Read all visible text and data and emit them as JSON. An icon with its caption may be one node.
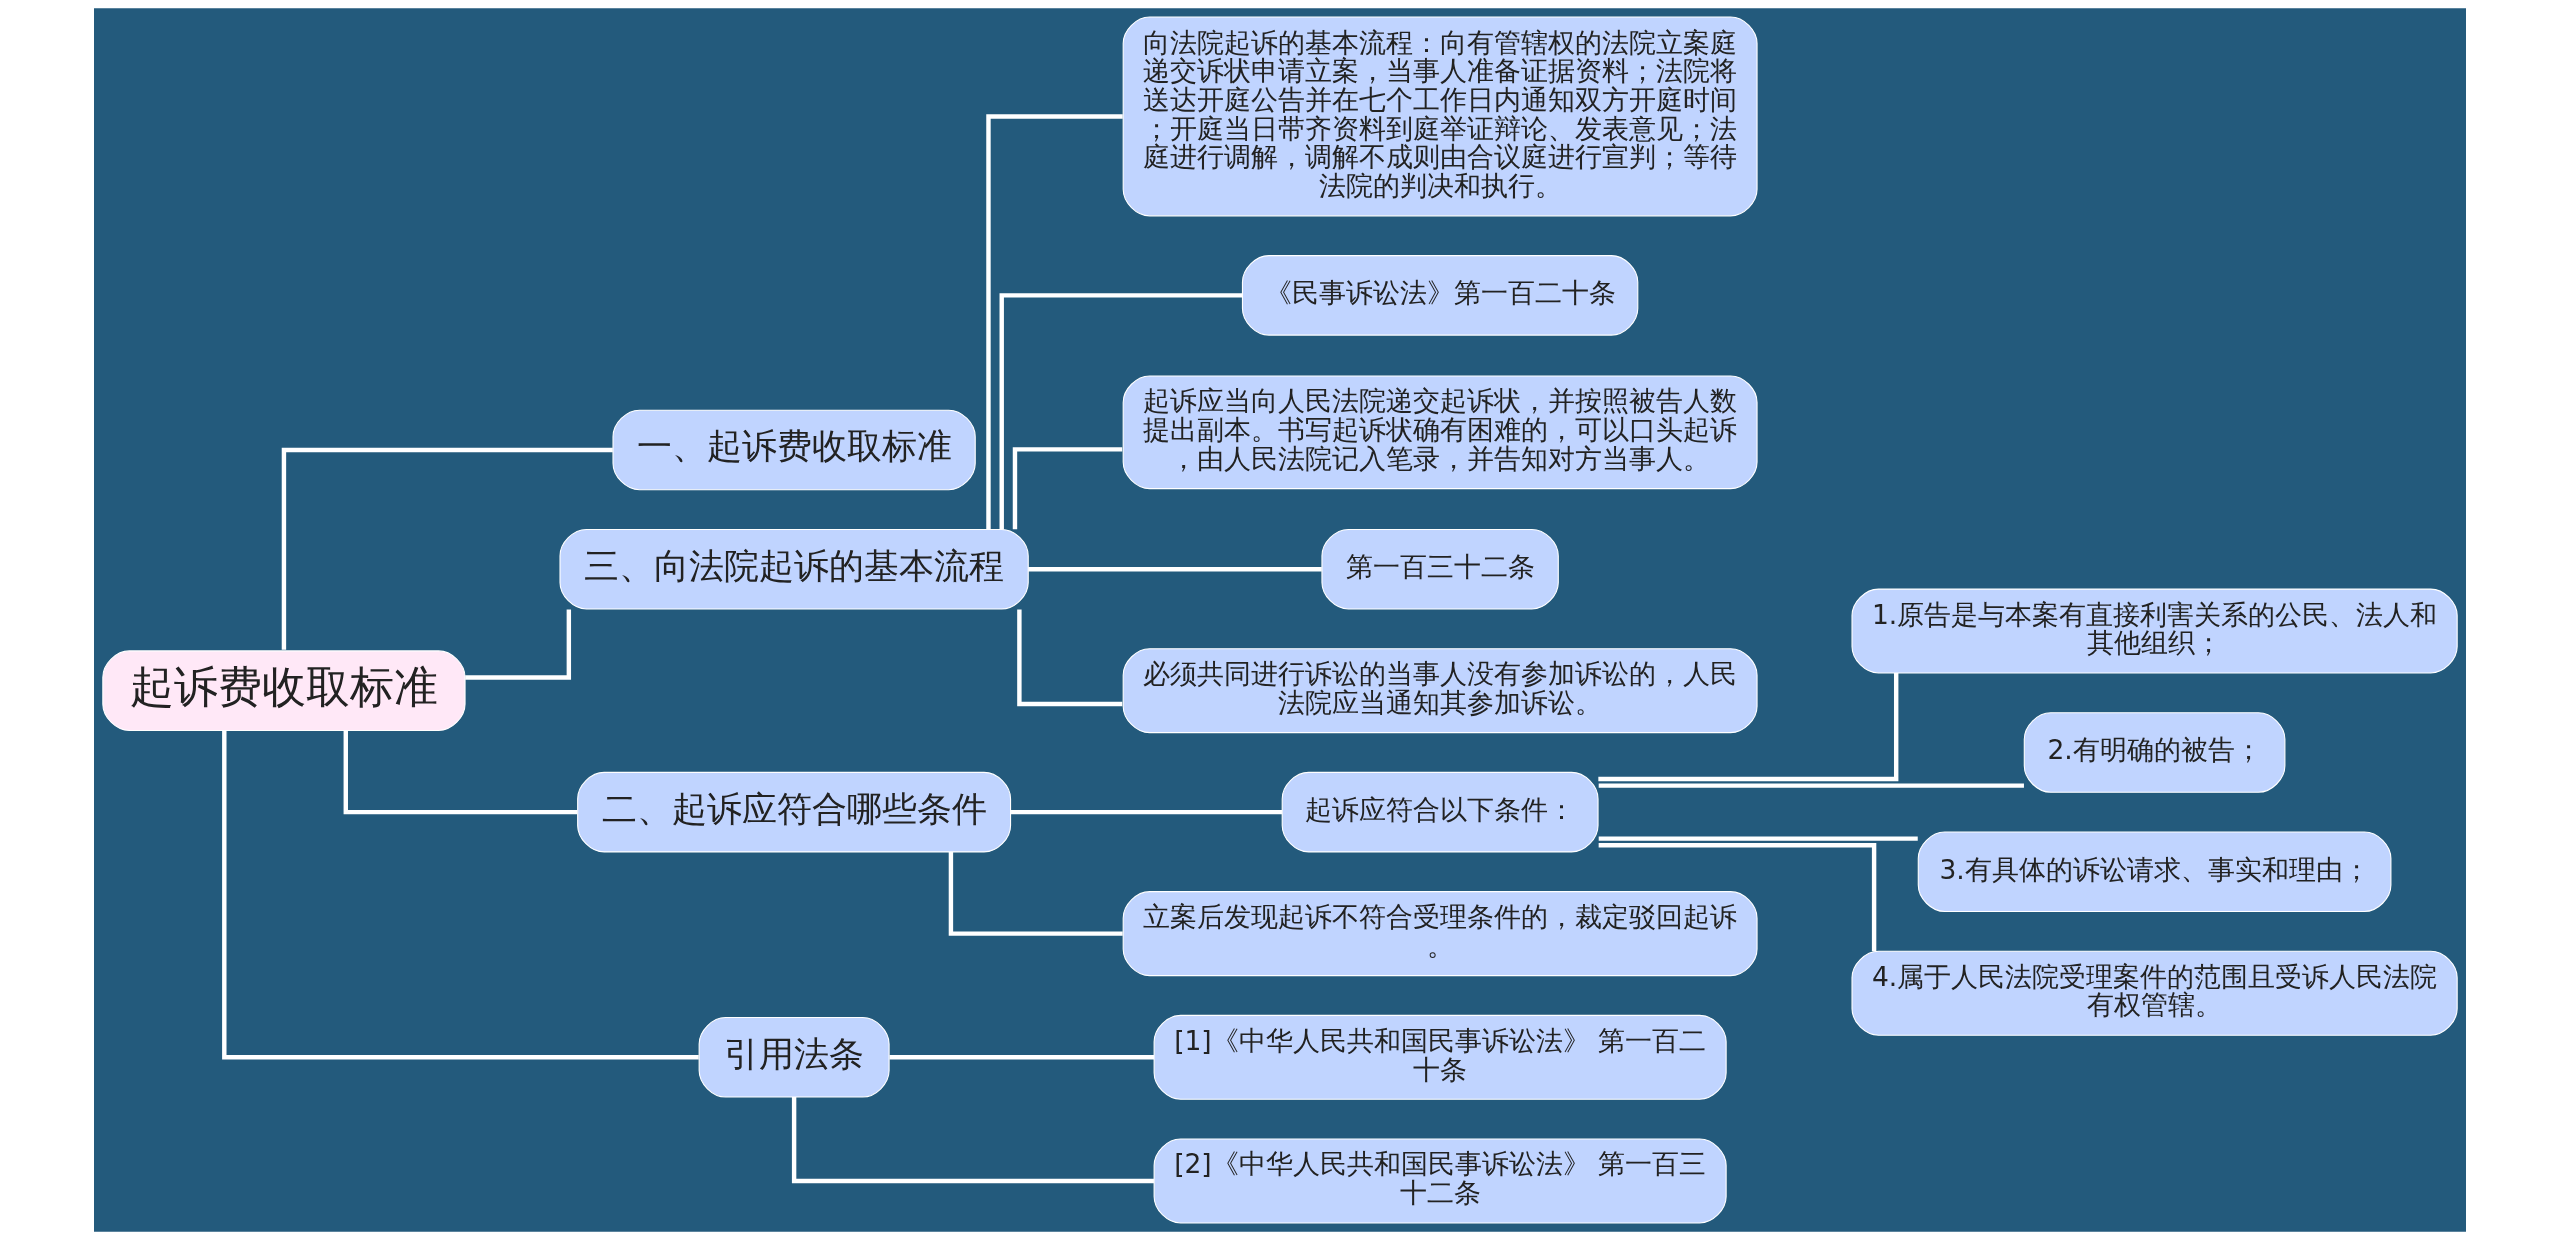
{
  "diagram": {
    "nodes": [
      {
        "text": [
          "起诉费收取标准"
        ]
      },
      {
        "text": [
          "一、起诉费收取标准"
        ]
      },
      {
        "text": [
          "三、向法院起诉的基本流程"
        ]
      },
      {
        "text": [
          "向法院起诉的基本流程：向有管辖权的法院立案庭递交诉状申请立案，当事人准备证据资料；法院将送达开庭公告并在七个工作日内通知双方开庭时间；开庭当日带齐资料到庭举证辩论、发表意见；法庭进行调解，调解不成则由合议庭进行宣判；等待法院的判决和执行。"
        ]
      },
      {
        "text": [
          "《民事诉讼法》第一百二十条"
        ]
      },
      {
        "text": [
          "起诉应当向人民法院递交起诉状，并按照被告人数提出副本。书写起诉状确有困难的，可以口头起诉，由人民法院记入笔录，并告知对方当事人。"
        ]
      },
      {
        "text": [
          "第一百三十二条"
        ]
      },
      {
        "text": [
          "必须共同进行诉讼的当事人没有参加诉讼的，人民法院应当通知其参加诉讼。"
        ]
      },
      {
        "text": [
          "二、起诉应符合哪些条件"
        ]
      },
      {
        "text": [
          "起诉应符合以下条件："
        ]
      },
      {
        "text": [
          "1.原告是与本案有直接利害关系的公民、法人和其他组织；"
        ]
      },
      {
        "text": [
          "2.有明确的被告；"
        ]
      },
      {
        "text": [
          "3.有具体的诉讼请求、事实和理由；"
        ]
      },
      {
        "text": [
          "4.属于人民法院受理案件的范围且受诉人民法院有权管辖。"
        ]
      },
      {
        "text": [
          "立案后发现起诉不符合受理条件的，裁定驳回起诉。"
        ]
      },
      {
        "text": [
          "引用法条"
        ]
      },
      {
        "text": [
          "[1]《中华人民共和国民事诉讼法》 第一百二十条"
        ]
      },
      {
        "text": [
          "[2]《中华人民共和国民事诉讼法》 第一百三十二条"
        ]
      }
    ],
    "edges": [
      {
        "from": 0,
        "to": 1,
        "arrow": "none"
      },
      {
        "from": 0,
        "to": 2,
        "arrow": "none"
      },
      {
        "from": 2,
        "to": 3,
        "arrow": "none"
      },
      {
        "from": 2,
        "to": 4,
        "arrow": "none"
      },
      {
        "from": 2,
        "to": 5,
        "arrow": "none"
      },
      {
        "from": 2,
        "to": 6,
        "arrow": "none"
      },
      {
        "from": 2,
        "to": 7,
        "arrow": "none"
      },
      {
        "from": 0,
        "to": 8,
        "arrow": "none"
      },
      {
        "from": 8,
        "to": 9,
        "arrow": "none"
      },
      {
        "from": 9,
        "to": 10,
        "arrow": "none"
      },
      {
        "from": 9,
        "to": 11,
        "arrow": "none"
      },
      {
        "from": 9,
        "to": 12,
        "arrow": "none"
      },
      {
        "from": 9,
        "to": 13,
        "arrow": "none"
      },
      {
        "from": 8,
        "to": 14,
        "arrow": "none"
      },
      {
        "from": 0,
        "to": 15,
        "arrow": "none"
      },
      {
        "from": 15,
        "to": 16,
        "arrow": "none"
      },
      {
        "from": 15,
        "to": 17,
        "arrow": "none"
      }
    ]
  }
}
